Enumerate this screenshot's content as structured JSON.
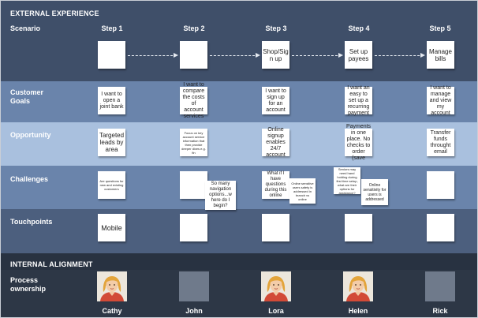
{
  "sections": {
    "external": "EXTERNAL EXPERIENCE",
    "internal": "INTERNAL ALIGNMENT"
  },
  "rows": {
    "scenario": "Scenario",
    "goals": "Customer\nGoals",
    "opportunity": "Opportunity",
    "challenges": "Challenges",
    "touchpoints": "Touchpoints",
    "process": "Process\nownership"
  },
  "steps": [
    "Step 1",
    "Step 2",
    "Step 3",
    "Step 4",
    "Step 5"
  ],
  "scenario_notes": [
    "",
    "",
    "Shop/Sig n up",
    "Set up payees",
    "Manage bills"
  ],
  "goals_notes": [
    "I want to open a joint bank",
    "I want to compare the costs of account services",
    "I want to sign up for an account",
    "I want an easy to set up a recurring payment",
    "I want to manage and view my account"
  ],
  "opportunity_notes": [
    "Targeted leads by area",
    "Focus on key account service information that then provide deeper dives e.g. fin",
    "Online signup enables 24/7 account",
    "Payments in one place. No checks to order (save",
    "Transfer funds throught email"
  ],
  "challenges": {
    "s1": "Are questions for new and existing customers",
    "s2a": "",
    "s2b": "So many navigation options...w here do I begin?",
    "s3a": "What if I have questions during this online",
    "s3b": "Online sensitive users safety is addressed in branch vs online",
    "s4a": "Seniors may need hand holding during first time setup, what are their options for assistance?",
    "s4b": "Online sensitivity for users is addressed",
    "s5": ""
  },
  "touchpoint_notes": [
    "Mobile",
    "",
    "",
    "",
    ""
  ],
  "owners": [
    {
      "name": "Cathy",
      "photo": true
    },
    {
      "name": "John",
      "photo": false
    },
    {
      "name": "Lora",
      "photo": true
    },
    {
      "name": "Helen",
      "photo": true
    },
    {
      "name": "Rick",
      "photo": false
    }
  ],
  "colors": {
    "header_band": "#3f4f69",
    "goals_band": "#6a84ab",
    "opportunity_band": "#a9c0de",
    "challenges_band": "#6a84ab",
    "touchpoints_band": "#4c5f7e",
    "internal_band": "#283241",
    "process_band": "#2d3746",
    "arrow": "#e6ebf2"
  },
  "icons": {
    "photo": "woman-portrait-icon",
    "blank": "empty-avatar-placeholder"
  }
}
